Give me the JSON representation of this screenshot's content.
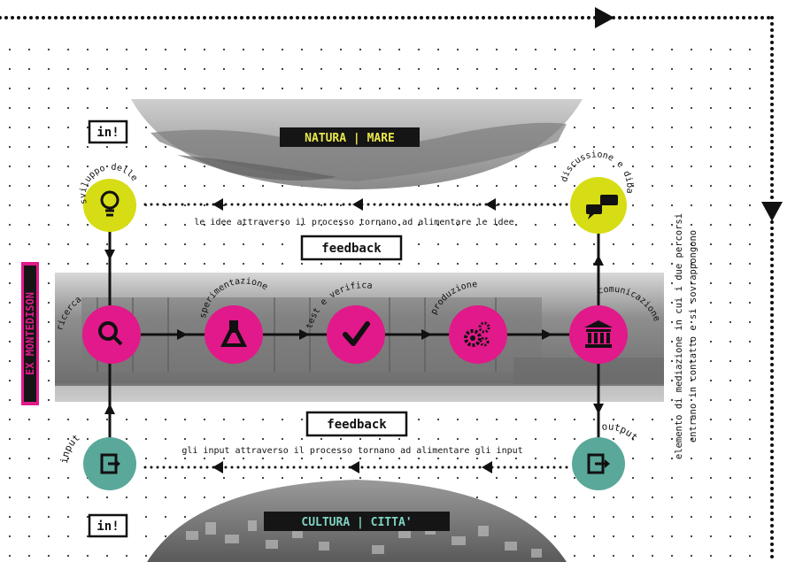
{
  "title_vertical": "EX MONTEDISON",
  "top_region": "NATURA | MARE",
  "bottom_region": "CULTURA | CITTA'",
  "in_label_top": "in!",
  "in_label_bottom": "in!",
  "feedback_top": "feedback",
  "feedback_bottom": "feedback",
  "top_loop_text": "le idee attraverso il processo tornano ad alimentare le idee",
  "bottom_loop_text": "gli input attraverso il processo tornano ad alimentare gli input",
  "side_note_line1": "elemento di mediazione in cui i due percorsi",
  "side_note_line2": "entrano in contatto e si sovrappongono",
  "nodes": {
    "sviluppo": "sviluppo delle idee",
    "discussione": "discussione e dibattito",
    "input": "input",
    "output": "output",
    "ricerca": "ricerca",
    "sperimentazione": "sperimentazione",
    "test": "test e verifica",
    "produzione": "produzione",
    "comunicazione": "comunicazione"
  },
  "icons": {
    "sviluppo": "lightbulb-icon",
    "discussione": "speech-bubbles-icon",
    "input": "login-icon",
    "output": "logout-icon",
    "ricerca": "magnifier-icon",
    "sperimentazione": "flask-icon",
    "test": "check-icon",
    "produzione": "gears-icon",
    "comunicazione": "institution-icon"
  },
  "colors": {
    "magenta": "#e1198a",
    "yellow": "#d6dd14",
    "teal": "#5aa89a",
    "black": "#111111",
    "label_bg": "#151515",
    "label_fg": "#e8e84a",
    "photo_grey": "#b9b9b9"
  }
}
